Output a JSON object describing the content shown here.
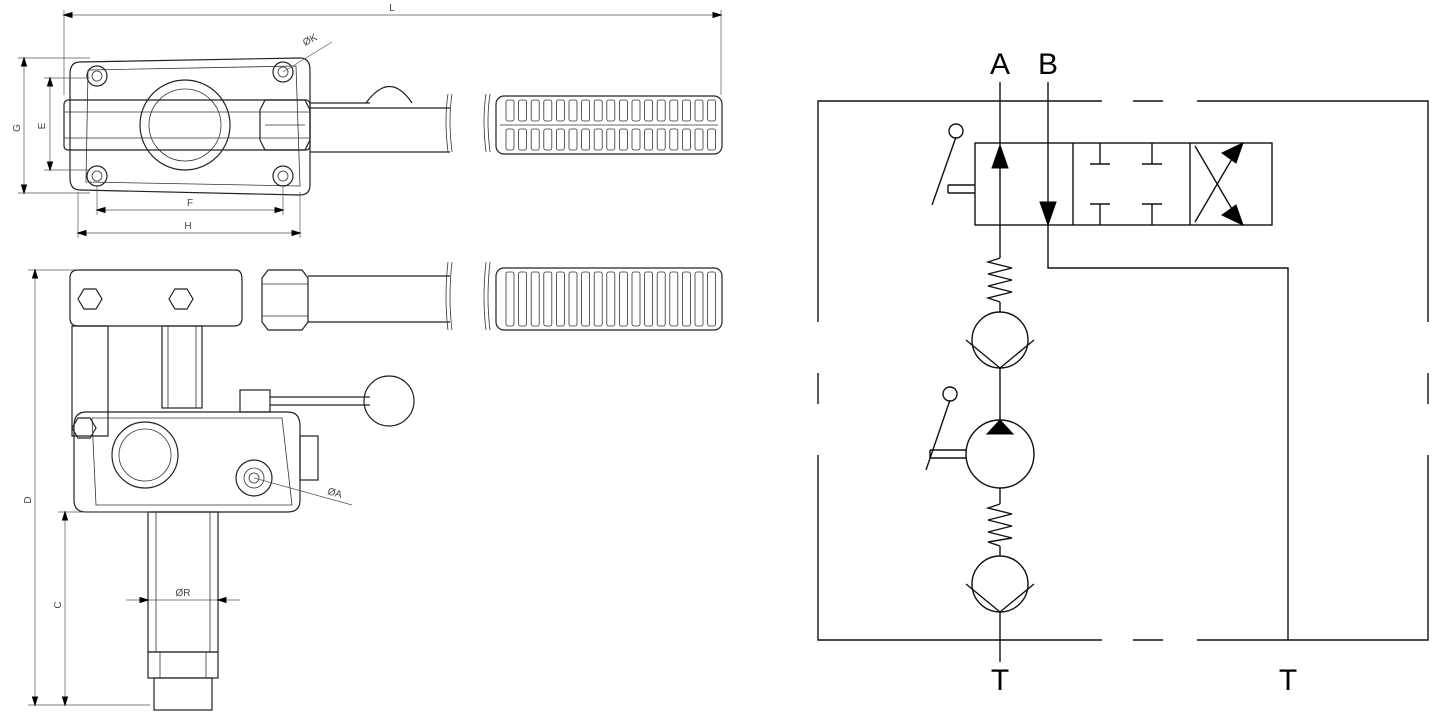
{
  "drawing": {
    "dimensions": {
      "L": "L",
      "K": "ØK",
      "G": "G",
      "E": "E",
      "F": "F",
      "H": "H",
      "D": "D",
      "A": "ØA",
      "C": "C",
      "R": "ØR"
    }
  },
  "schematic": {
    "ports": {
      "A": "A",
      "B": "B",
      "T1": "T",
      "T2": "T"
    }
  }
}
